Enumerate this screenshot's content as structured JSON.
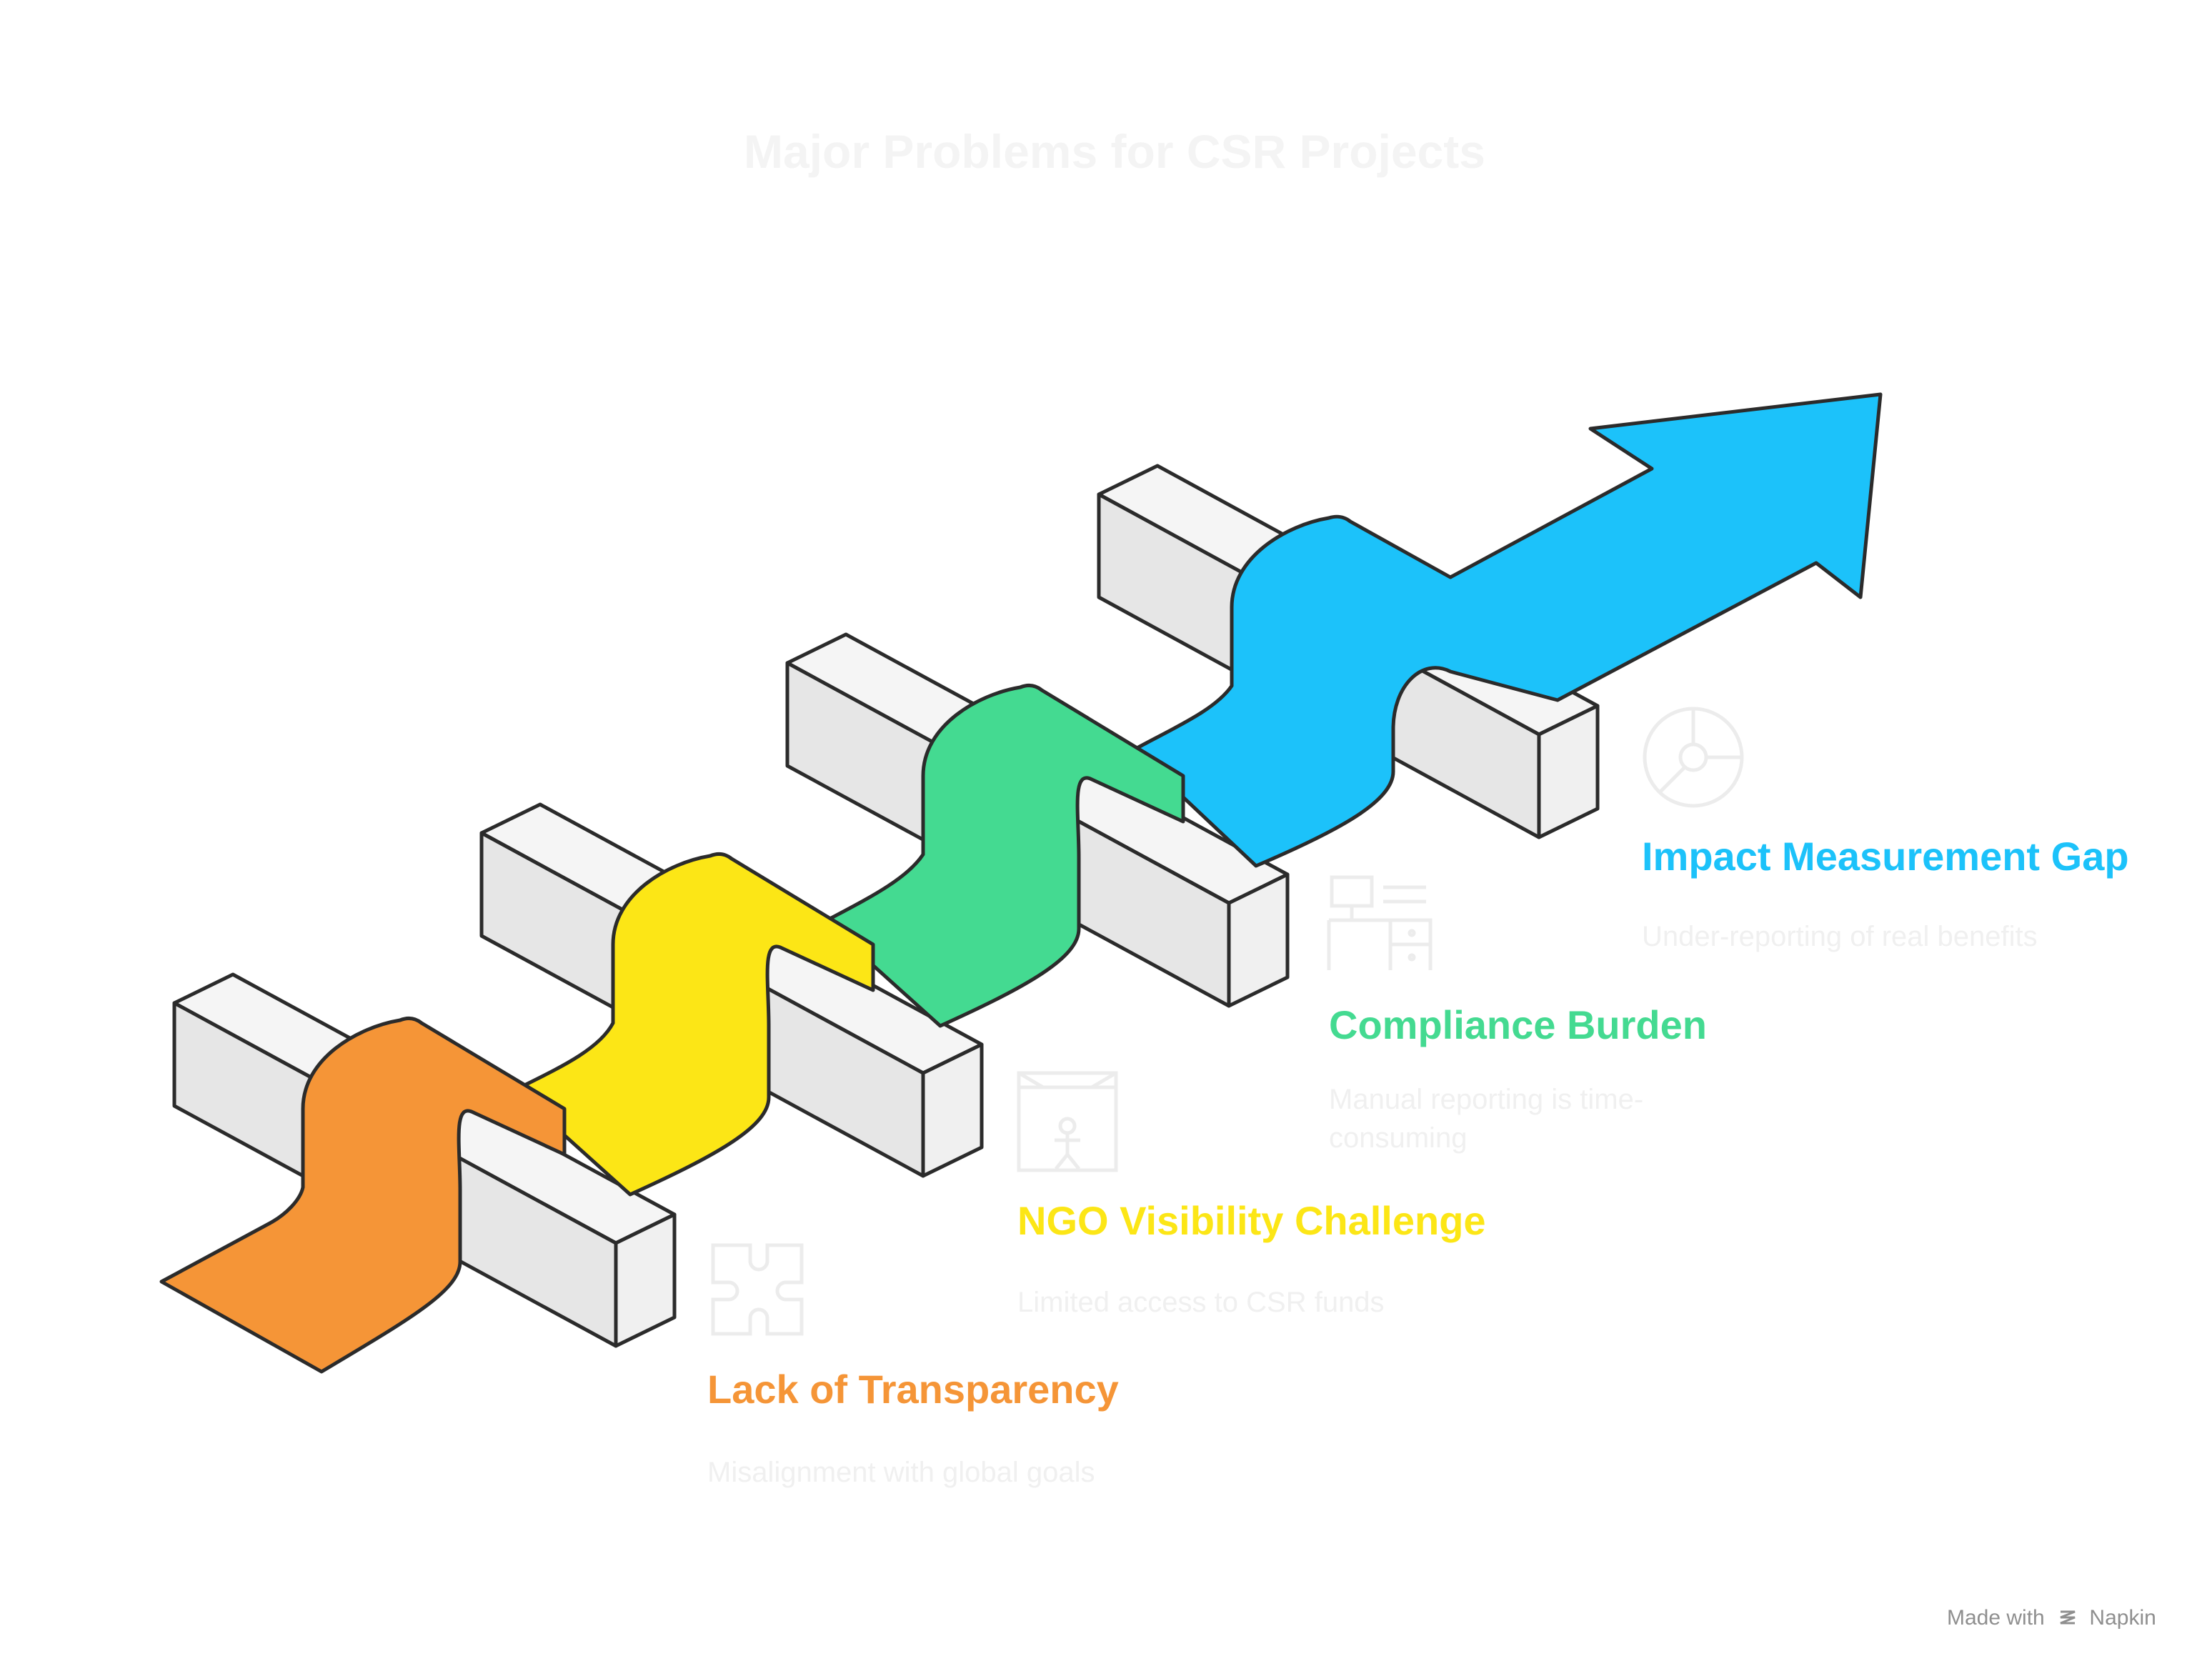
{
  "title": "Major Problems for CSR Projects",
  "steps": [
    {
      "label": "Lack of Transparency",
      "description": "Misalignment with global goals",
      "color": "#F59537",
      "icon": "puzzle-icon"
    },
    {
      "label": "NGO Visibility Challenge",
      "description": "Limited access to CSR funds",
      "color": "#FCE616",
      "icon": "stage-performer-icon"
    },
    {
      "label": "Compliance Burden",
      "description": "Manual reporting is time-consuming",
      "color": "#44DA91",
      "icon": "desk-monitor-icon"
    },
    {
      "label": "Impact Measurement Gap",
      "description": "Under-reporting of real benefits",
      "color": "#1CC2FA",
      "icon": "pie-chart-icon"
    }
  ],
  "footer": {
    "made_with": "Made with",
    "brand": "Napkin"
  },
  "colors": {
    "block": "#E6E6E6",
    "outline": "#2B2B2B",
    "faded_text": "#F0F0F0",
    "footer_text": "#8F8F8F"
  }
}
